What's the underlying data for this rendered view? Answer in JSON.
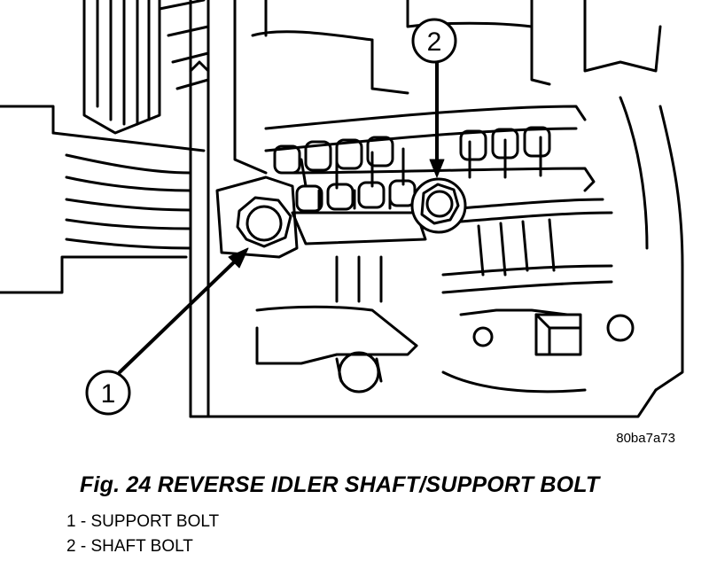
{
  "figure": {
    "callouts": [
      {
        "number": "1",
        "target": "support bolt"
      },
      {
        "number": "2",
        "target": "shaft bolt"
      }
    ],
    "image_code": "80ba7a73",
    "caption": "Fig. 24 REVERSE IDLER SHAFT/SUPPORT BOLT",
    "legend": [
      "1 - SUPPORT BOLT",
      "2 - SHAFT BOLT"
    ]
  }
}
